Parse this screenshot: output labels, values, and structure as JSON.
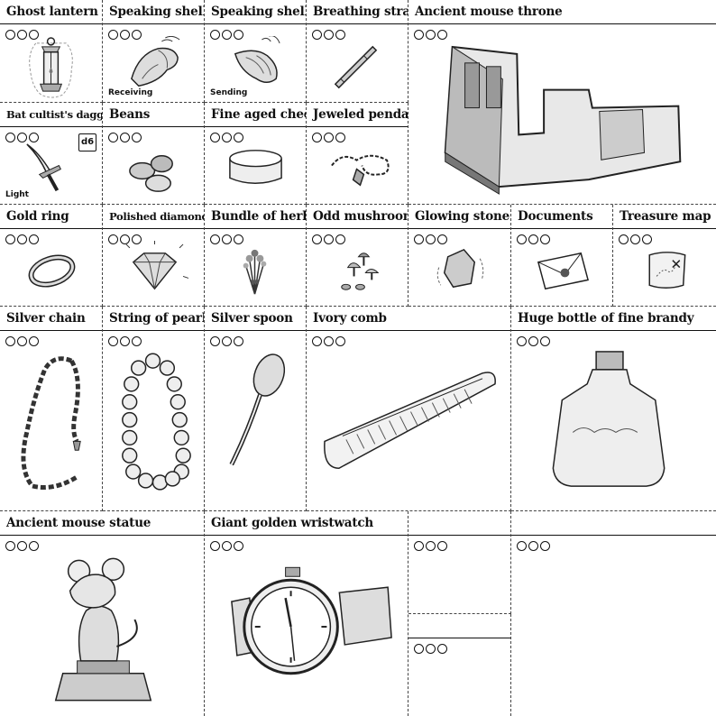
{
  "sheet": {
    "usage_marker": "○○○",
    "cards": {
      "ghost_lantern": {
        "title": "Ghost lantern"
      },
      "speaking_shell_receiving": {
        "title": "Speaking shell",
        "note": "Receiving"
      },
      "speaking_shell_sending": {
        "title": "Speaking shell",
        "note": "Sending"
      },
      "breathing_straw": {
        "title": "Breathing straw"
      },
      "ancient_mouse_throne": {
        "title": "Ancient mouse throne"
      },
      "bat_cultists_dagger": {
        "title": "Bat cultist's dagger",
        "note": "Light",
        "die": "d6"
      },
      "beans": {
        "title": "Beans"
      },
      "fine_aged_cheese": {
        "title": "Fine aged cheese"
      },
      "jeweled_pendant": {
        "title": "Jeweled pendant"
      },
      "gold_ring": {
        "title": "Gold ring"
      },
      "polished_diamond": {
        "title": "Polished diamond"
      },
      "bundle_of_herbs": {
        "title": "Bundle of herbs"
      },
      "odd_mushrooms": {
        "title": "Odd mushrooms"
      },
      "glowing_stone": {
        "title": "Glowing stone"
      },
      "documents": {
        "title": "Documents"
      },
      "treasure_map": {
        "title": "Treasure map"
      },
      "silver_chain": {
        "title": "Silver chain"
      },
      "string_of_pearls": {
        "title": "String of pearls"
      },
      "silver_spoon": {
        "title": "Silver spoon"
      },
      "ivory_comb": {
        "title": "Ivory comb"
      },
      "huge_bottle_of_fine_brandy": {
        "title": "Huge bottle of fine brandy"
      },
      "ancient_mouse_statue": {
        "title": "Ancient mouse statue"
      },
      "giant_golden_wristwatch": {
        "title": "Giant golden wristwatch"
      }
    }
  }
}
